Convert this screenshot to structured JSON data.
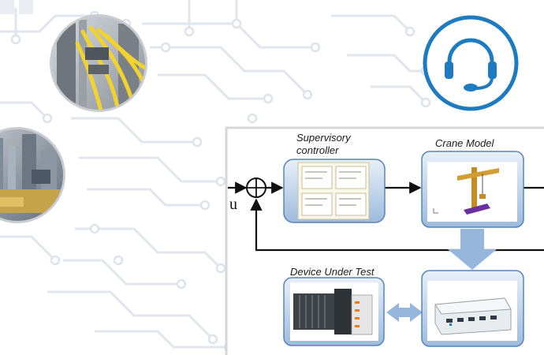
{
  "diagram": {
    "labels": {
      "supervisory_line1": "Supervisory",
      "supervisory_line2": "controller",
      "crane_model": "Crane Model",
      "device_under_test": "Device Under Test",
      "input_symbol": "u"
    },
    "icons": {
      "support": "headset-icon",
      "cables": "network-cables-photo",
      "factory": "factory-machinery-photo"
    },
    "colors": {
      "accent_blue": "#1f7bbf",
      "box_fill_top": "#d8e6f4",
      "box_fill_bottom": "#8fb1d6",
      "box_border": "#5a83b4",
      "circuit_lines": "#dfe5ec",
      "arrow_fill": "#96b6dc"
    }
  }
}
